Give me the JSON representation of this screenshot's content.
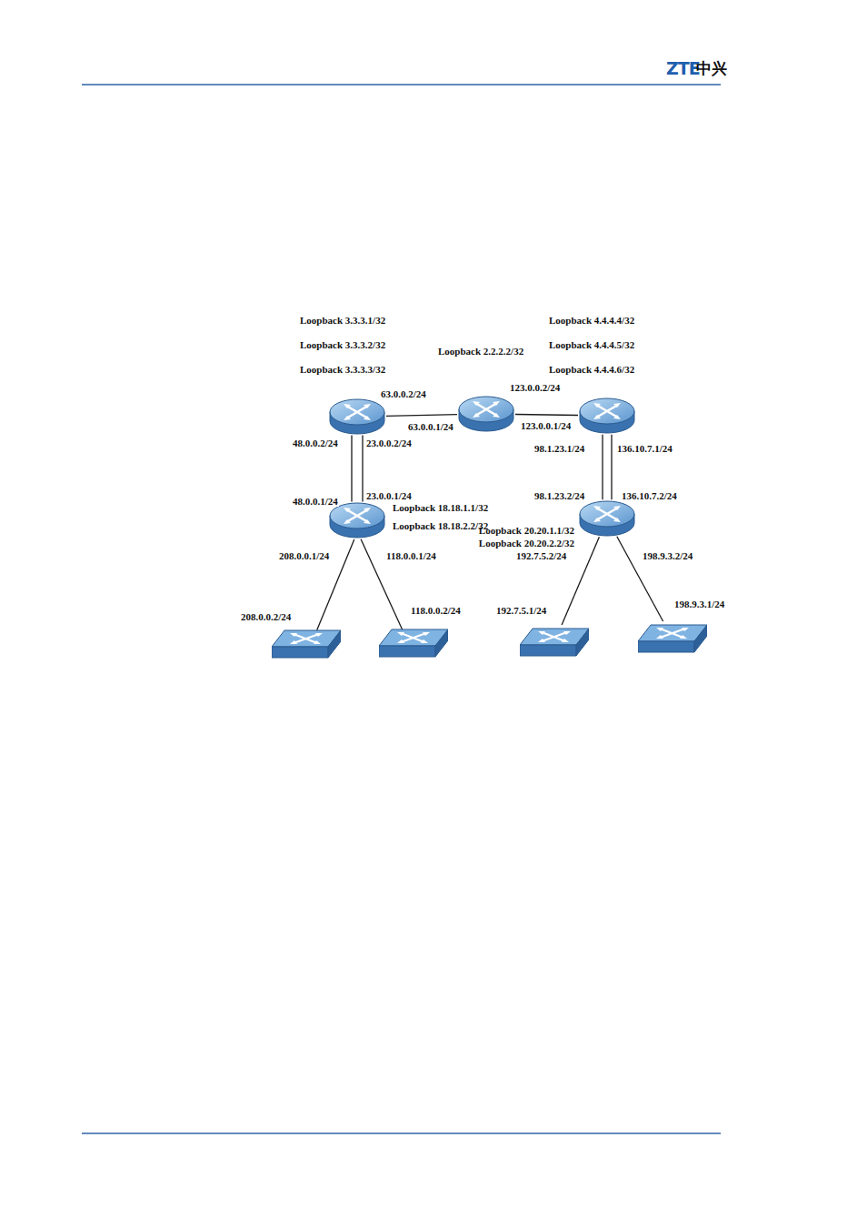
{
  "diagram": {
    "nodes": [
      {
        "text": [
          "Loopback 3.3.3.1/32",
          "Loopback 3.3.3.2/32",
          "Loopback 3.3.3.3/32"
        ]
      },
      {
        "text": [
          "Loopback 2.2.2.2/32"
        ]
      },
      {
        "text": [
          "Loopback 4.4.4.4/32",
          "Loopback 4.4.4.5/32",
          "Loopback 4.4.4.6/32"
        ]
      },
      {
        "text": [
          "Loopback 18.18.1.1/32",
          "Loopback 18.18.2.2/32"
        ]
      },
      {
        "text": [
          "Loopback 20.20.1.1/32",
          "Loopback 20.20.2.2/32"
        ]
      },
      {
        "text": [
          "208.0.0.2/24"
        ]
      },
      {
        "text": [
          "118.0.0.2/24"
        ]
      },
      {
        "text": [
          "192.7.5.1/24"
        ]
      },
      {
        "text": [
          "198.9.3.1/24"
        ]
      }
    ],
    "edges": [
      {
        "from": 0,
        "to": 1,
        "arrow": "none"
      },
      {
        "from": 1,
        "to": 2,
        "arrow": "none"
      },
      {
        "from": 0,
        "to": 3,
        "arrow": "none"
      },
      {
        "from": 0,
        "to": 3,
        "arrow": "none"
      },
      {
        "from": 2,
        "to": 4,
        "arrow": "none"
      },
      {
        "from": 2,
        "to": 4,
        "arrow": "none"
      },
      {
        "from": 3,
        "to": 5,
        "arrow": "none"
      },
      {
        "from": 3,
        "to": 6,
        "arrow": "none"
      },
      {
        "from": 4,
        "to": 7,
        "arrow": "none"
      },
      {
        "from": 4,
        "to": 8,
        "arrow": "none"
      }
    ],
    "labels": [
      "63.0.0.2/24",
      "63.0.0.1/24",
      "123.0.0.2/24",
      "123.0.0.1/24",
      "48.0.0.2/24",
      "23.0.0.2/24",
      "48.0.0.1/24",
      "23.0.0.1/24",
      "98.1.23.1/24",
      "136.10.7.1/24",
      "98.1.23.2/24",
      "136.10.7.2/24",
      "208.0.0.1/24",
      "118.0.0.1/24",
      "192.7.5.2/24",
      "198.9.3.2/24",
      "ZTE",
      "中兴"
    ]
  }
}
